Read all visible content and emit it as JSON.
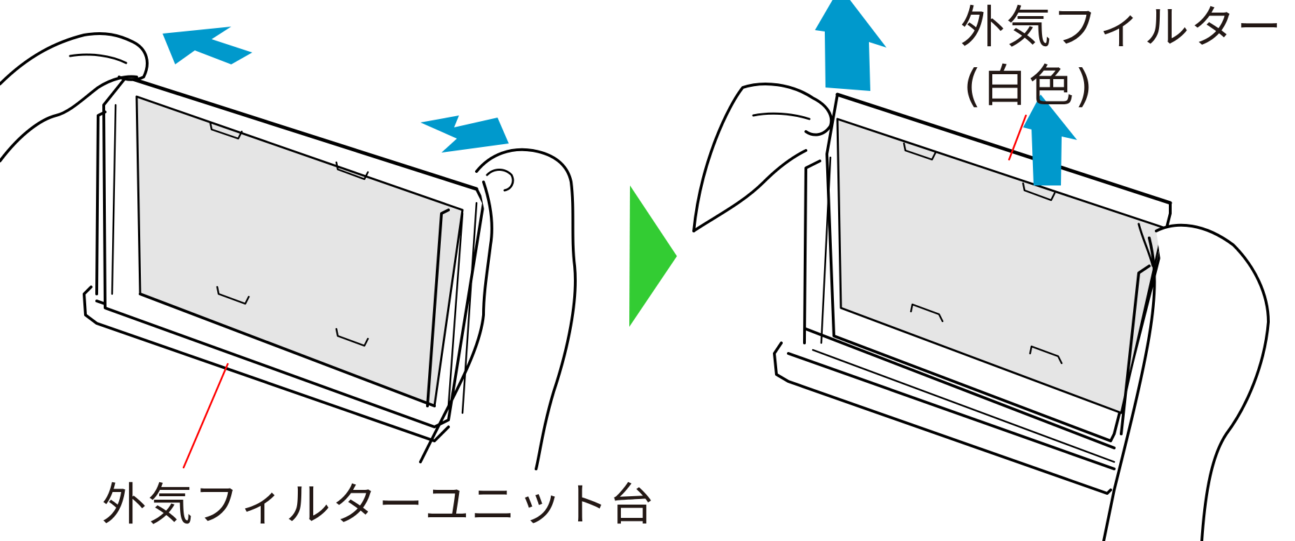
{
  "figure": {
    "type": "instruction-illustration",
    "steps": [
      {
        "id": "step-1",
        "description_visual": "two hands gripping a filter frame seated on a base unit, blue arrows pointing outward left and right",
        "callout": {
          "label": "外気フィルターユニット台",
          "leader_color": "#ff0000"
        },
        "arrows": [
          {
            "direction": "left-up"
          },
          {
            "direction": "right-down"
          }
        ]
      },
      {
        "id": "step-2",
        "description_visual": "two hands lifting the filter frame upward out of the base, blue arrows pointing up",
        "callout": {
          "label_line1": "外気フィルター",
          "label_line2": "(白色)",
          "leader_color": "#ff0000"
        },
        "arrows": [
          {
            "direction": "up"
          },
          {
            "direction": "up"
          }
        ]
      }
    ],
    "step_connector": {
      "icon": "next-step-triangle-icon",
      "color": "#33cc33"
    }
  },
  "colors": {
    "arrow_blue": "#0099cc",
    "filter_gray": "#e5e5e5",
    "line": "#000000",
    "text": "#231815",
    "leader_red": "#ff0000",
    "connector_green": "#33cc33"
  }
}
